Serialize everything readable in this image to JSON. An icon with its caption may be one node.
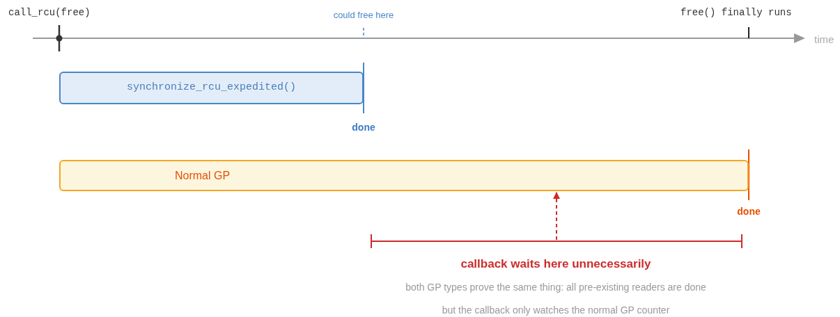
{
  "diagram": {
    "nodes": [
      {
        "text": [
          "synchronize_rcu_expedited()"
        ],
        "beside": [
          "done"
        ]
      },
      {
        "text": [
          "Normal GP"
        ],
        "beside": [
          "done"
        ]
      },
      {
        "text": [],
        "shape": "bar"
      }
    ],
    "edges": [
      {
        "from": 2,
        "to": 1,
        "arrow": "to",
        "style": "dashed",
        "color": "#cc2b2b"
      }
    ],
    "labels": [
      "call_rcu(free)",
      "could free here",
      "free() finally runs",
      "time",
      "callback waits here unnecessarily",
      "both GP types prove the same thing: all pre-existing readers are done",
      "but the callback only watches the normal GP counter"
    ]
  }
}
